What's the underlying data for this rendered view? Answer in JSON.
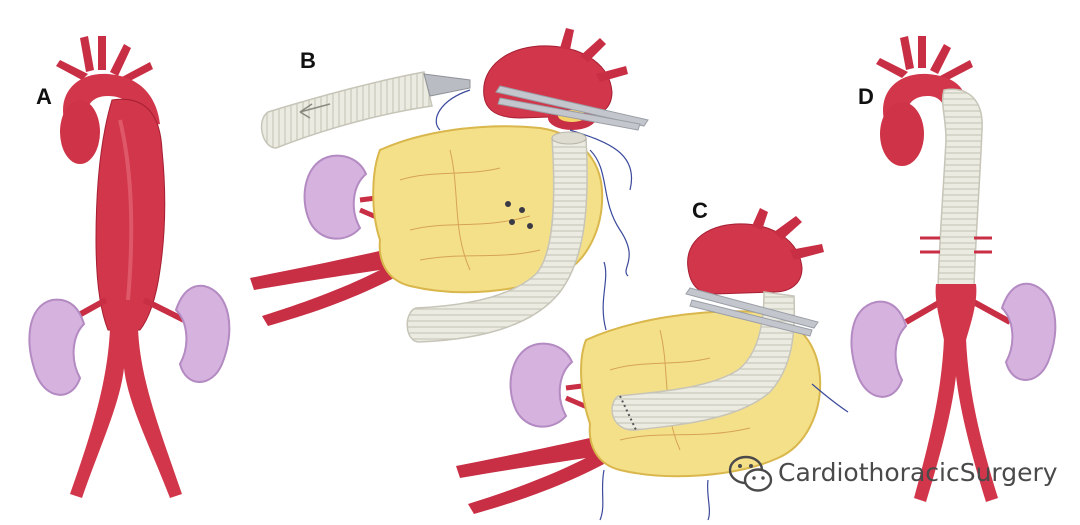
{
  "panels": {
    "a": {
      "letter": "A"
    },
    "b": {
      "letter": "B"
    },
    "c": {
      "letter": "C"
    },
    "d": {
      "letter": "D"
    }
  },
  "watermark": {
    "text": "CardiothoracicSurgery",
    "icon": "wechat-icon"
  },
  "colors": {
    "vessel": "#d2364a",
    "vessel_dark": "#a51f33",
    "graft": "#ecebe2",
    "graft_line": "#c7c5b8",
    "sac": "#f5e08a",
    "sac_edge": "#d9b74c",
    "kidney": "#d6b3de",
    "kidney_dark": "#b48ac2",
    "suture": "#3b4a9c",
    "clamp": "#b9bcc2"
  }
}
